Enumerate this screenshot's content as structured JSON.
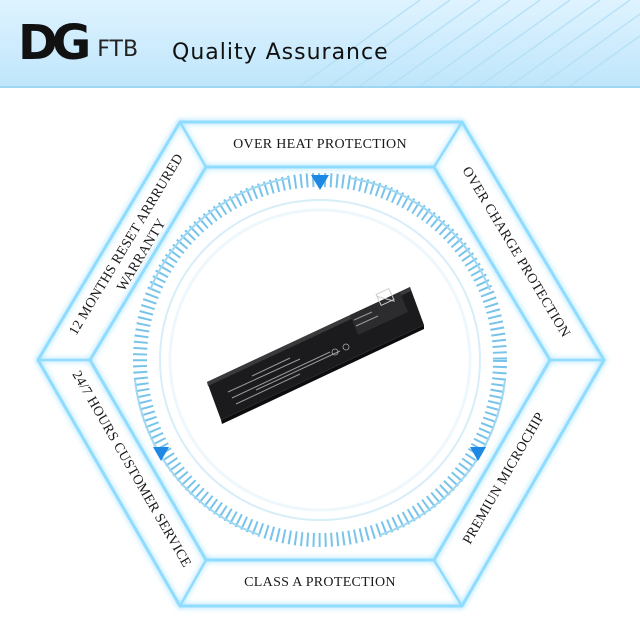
{
  "header": {
    "logo_mark": "DG",
    "logo_suffix": "FTB",
    "tagline": "Quality Assurance"
  },
  "features": {
    "top": "OVER HEAT PROTECTION",
    "upper_right": "OVER CHARGE PROTECTION",
    "lower_right": "PREMIUN MICROCHIP",
    "bottom": "CLASS A PROTECTION",
    "lower_left": "24/7 HOURS CUSTOMER SERVICE",
    "upper_left_line1": "12 MONTHS RESET ARRRURED",
    "upper_left_line2": "WARRANTY"
  },
  "colors": {
    "accent": "#1e88e5",
    "frame": "#7fd4f5",
    "header_bg": "#cdeefc"
  }
}
